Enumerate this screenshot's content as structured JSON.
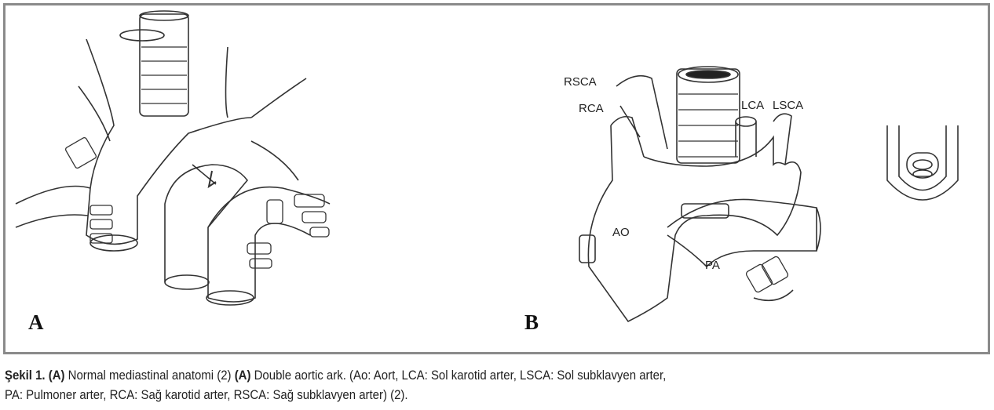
{
  "figure": {
    "panel_a_label": "A",
    "panel_b_label": "B",
    "labels_b": {
      "rsca": "RSCA",
      "rca": "RCA",
      "lca": "LCA",
      "lsca": "LSCA",
      "ao": "AO",
      "pa": "PA"
    }
  },
  "caption": {
    "prefix": "Şekil 1.",
    "a1": "(A)",
    "t1": " Normal mediastinal anatomi (2) ",
    "a2": "(A)",
    "t2": " Double aortic ark. (Ao: Aort, LCA: Sol  karotid arter, LSCA: Sol subklavyen arter,",
    "line2": "PA: Pulmoner arter, RCA: Sağ karotid arter, RSCA: Sağ subklavyen arter) (2)."
  }
}
